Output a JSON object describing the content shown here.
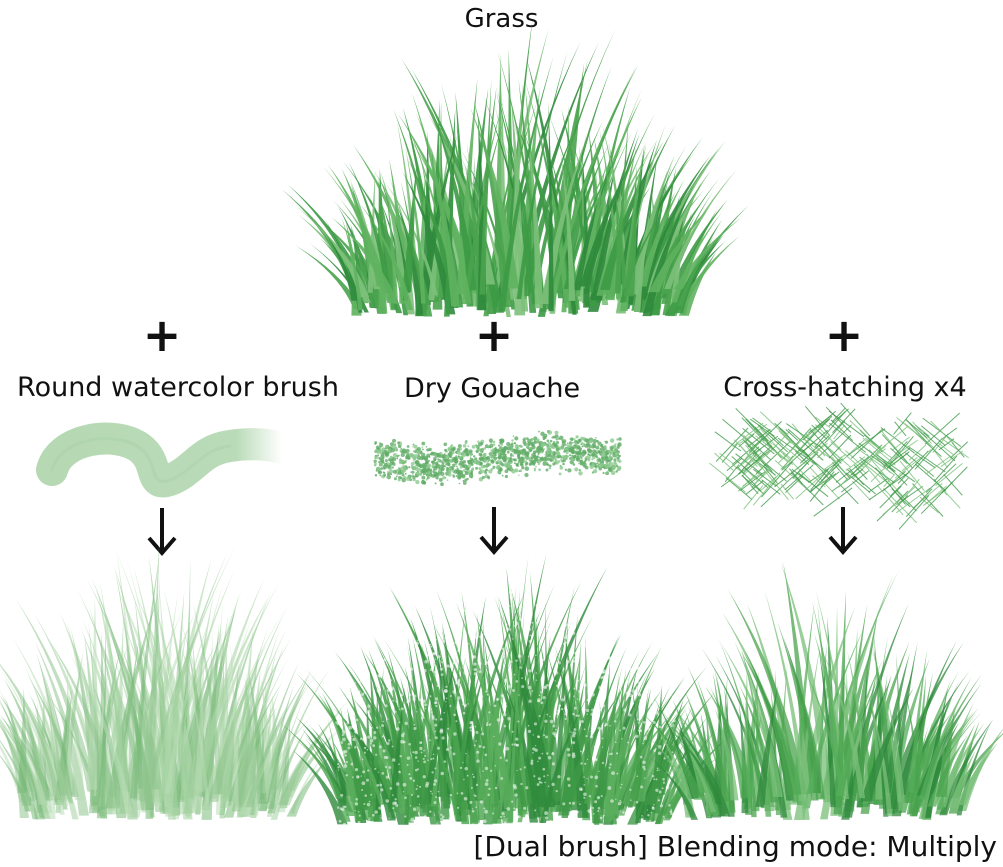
{
  "top": {
    "title": "Grass"
  },
  "columns": [
    {
      "id": "watercolor",
      "brush_label": "Round watercolor brush"
    },
    {
      "id": "gouache",
      "brush_label": "Dry Gouache"
    },
    {
      "id": "crosshatch",
      "brush_label": "Cross-hatching x4"
    }
  ],
  "symbols": {
    "plus": "+"
  },
  "caption": "[Dual brush] Blending mode: Multiply",
  "colors": {
    "grass_dark": "#2f8a3c",
    "grass_mid": "#4aa34e",
    "grass_light": "#7cc07a",
    "watercolor": "#b6d9b4",
    "gouache": "#62ad68",
    "hatch": "#3f9a48"
  }
}
